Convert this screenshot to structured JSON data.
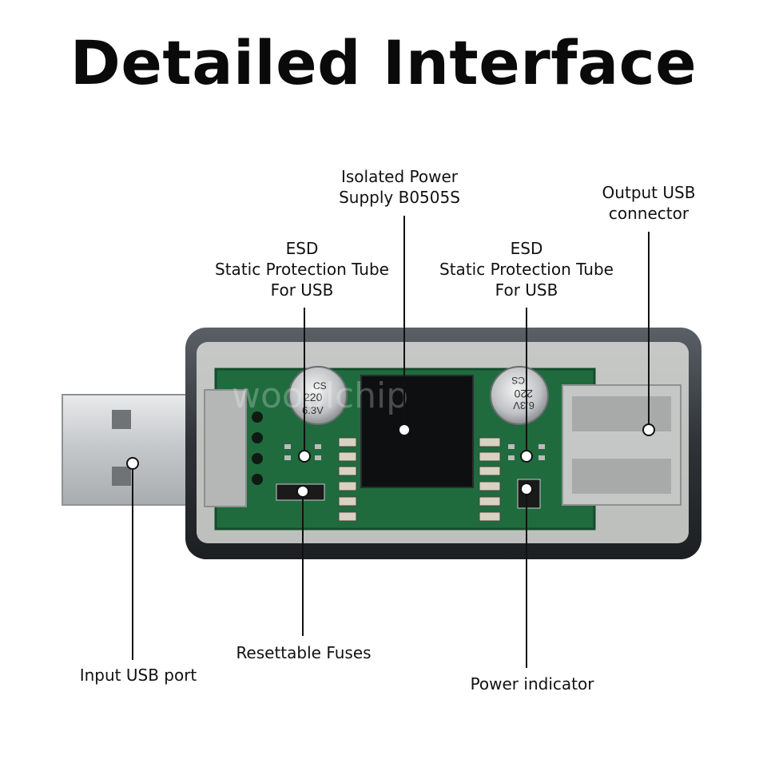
{
  "title": "Detailed Interface",
  "watermark": "wooolchip",
  "callouts": {
    "isolated_power": {
      "lines": [
        "Isolated Power",
        "Supply B0505S"
      ]
    },
    "output_usb": {
      "lines": [
        "Output USB",
        "connector"
      ]
    },
    "esd_left": {
      "lines": [
        "ESD",
        "Static Protection Tube",
        "For USB"
      ]
    },
    "esd_right": {
      "lines": [
        "ESD",
        "Static Protection Tube",
        "For USB"
      ]
    },
    "resettable_fuses": {
      "lines": [
        "Resettable Fuses"
      ]
    },
    "input_usb": {
      "lines": [
        "Input USB port"
      ]
    },
    "power_indicator": {
      "lines": [
        "Power indicator"
      ]
    }
  },
  "capacitor_left": {
    "lines": [
      "CS",
      "220",
      "6.3V"
    ]
  },
  "capacitor_right": {
    "lines": [
      "6.3V",
      "220",
      "CS"
    ]
  },
  "colors": {
    "pcb": "#1f6b3e",
    "case": "#3a3f44",
    "usb_metal": "#c9ccce",
    "chip": "#0e0f10",
    "text": "#111111"
  }
}
